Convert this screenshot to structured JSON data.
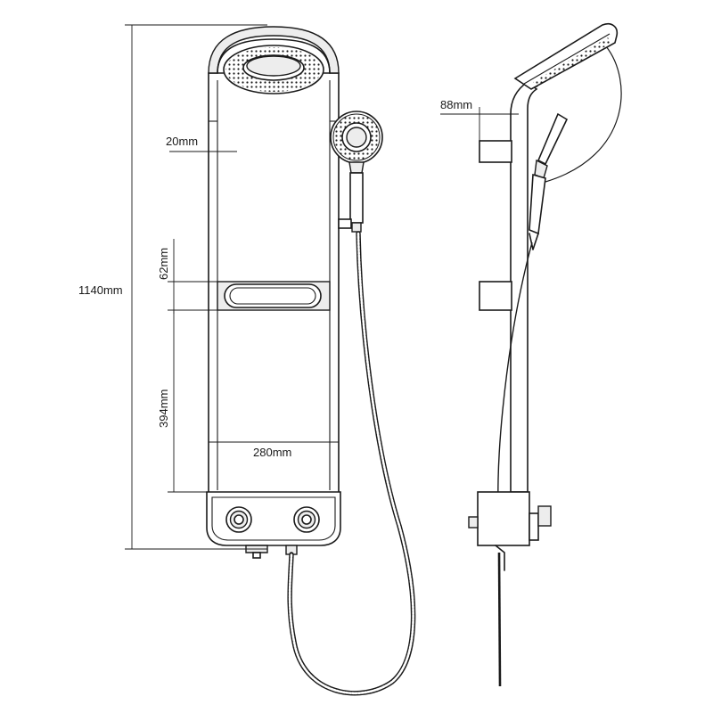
{
  "dimensions": {
    "total_height": "1140mm",
    "panel_depth": "20mm",
    "shelf_height": "62mm",
    "lower_gap": "394mm",
    "panel_width": "280mm",
    "bracket_offset": "88mm"
  },
  "colors": {
    "line": "#1a1a1a",
    "surface": "#ededed",
    "background": "#ffffff"
  }
}
